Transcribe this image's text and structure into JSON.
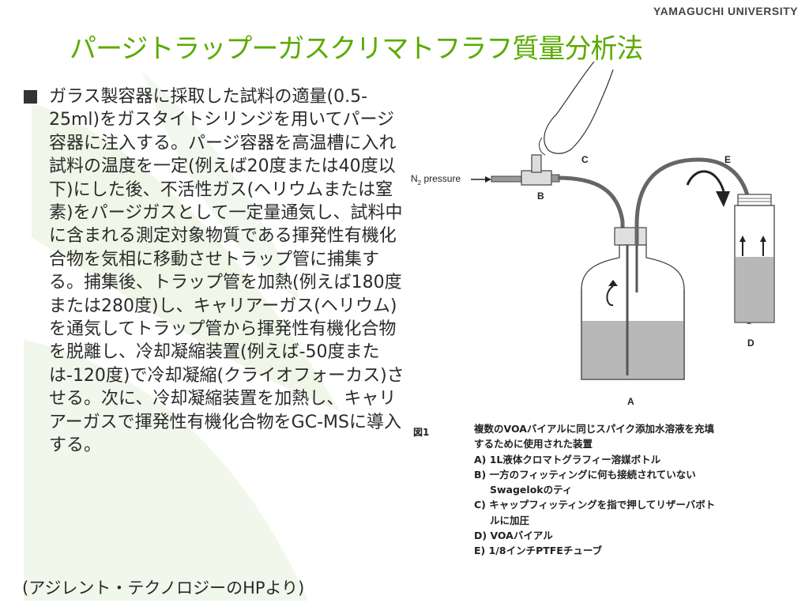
{
  "header": {
    "institution": "YAMAGUCHI UNIVERSITY",
    "title": "パージトラップーガスクリマトフラフ質量分析法"
  },
  "body": {
    "paragraph": "ガラス製容器に採取した試料の適量(0.5-25ml)をガスタイトシリンジを用いてパージ容器に注入する。パージ容器を高温槽に入れ試料の温度を一定(例えば20度または40度以下)にした後、不活性ガス(ヘリウムまたは窒素)をパージガスとして一定量通気し、試料中に含まれる測定対象物質である揮発性有機化合物を気相に移動させトラップ管に捕集する。捕集後、トラップ管を加熱(例えば180度または280度)し、キャリアーガス(ヘリウム)を通気してトラップ管から揮発性有機化合物を脱離し、冷却凝縮装置(例えば-50度または-120度)で冷却凝縮(クライオフォーカス)させる。次に、冷却凝縮装置を加熱し、キャリアーガスで揮発性有機化合物をGC-MSに導入する。",
    "source": "(アジレント・テクノロジーのHPより)"
  },
  "figure": {
    "label": "図1",
    "n2_label": "N",
    "n2_sub": "2",
    "n2_suffix": " pressure",
    "labels": {
      "A": "A",
      "B": "B",
      "C": "C",
      "D": "D",
      "E": "E"
    },
    "caption": {
      "line1": "複数のVOAバイアルに同じスパイク添加水溶液を充填",
      "line2": "するために使用された装置",
      "item_a": "A) 1L液体クロマトグラフィー溶媒ボトル",
      "item_b1": "B) 一方のフィッティングに何も接続されていない",
      "item_b2": "Swagelokのティ",
      "item_c1": "C) キャップフィッティングを指で押してリザーバボト",
      "item_c2": "ルに加圧",
      "item_d": "D) VOAバイアル",
      "item_e": "E) 1/8インチPTFEチューブ"
    }
  },
  "colors": {
    "title_green": "#5aab00",
    "leaf_light": "#eef5e4",
    "liquid_gray": "#b8b8b8"
  }
}
